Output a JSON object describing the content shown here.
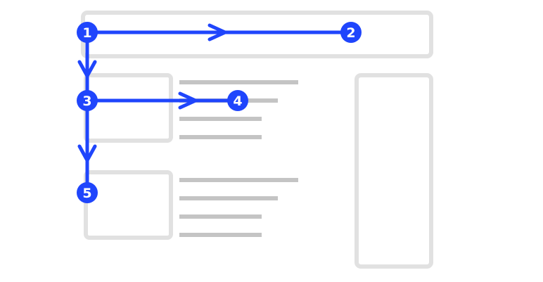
{
  "colors": {
    "flow": "#1f45fc",
    "wireframe": "#e1e1e1",
    "text_placeholder": "#c4c4c4",
    "marker_text": "#ffffff"
  },
  "steps": [
    {
      "number": "1"
    },
    {
      "number": "2"
    },
    {
      "number": "3"
    },
    {
      "number": "4"
    },
    {
      "number": "5"
    }
  ]
}
